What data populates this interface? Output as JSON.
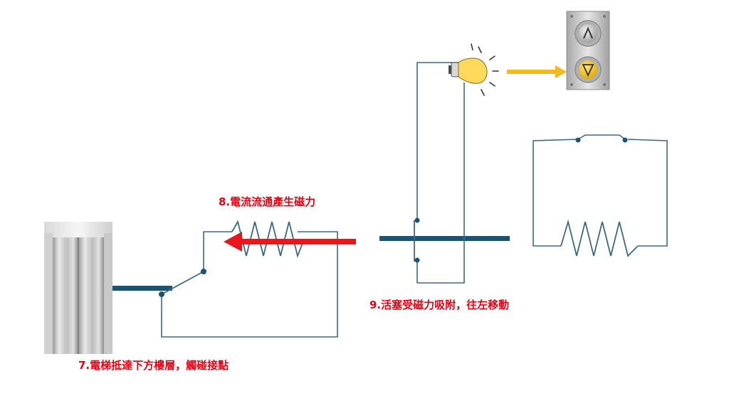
{
  "labels": {
    "step7": "7.電梯抵達下方樓層，觸碰接點",
    "step8": "8.電流流通產生磁力",
    "step9": "9.活塞受磁力吸附，往左移動"
  },
  "colors": {
    "wire": "#3b6a82",
    "rod": "#1d5370",
    "arrow_red": "#e8151b",
    "arrow_yellow": "#f6b81a",
    "label_red": "#e60012",
    "bulb": "#ffd95a",
    "button_down": "#f2c21b"
  },
  "icons": {
    "bulb": "light-bulb-icon",
    "up_button": "arrow-up-icon",
    "down_button": "arrow-down-icon",
    "elevator": "elevator-door-icon"
  }
}
